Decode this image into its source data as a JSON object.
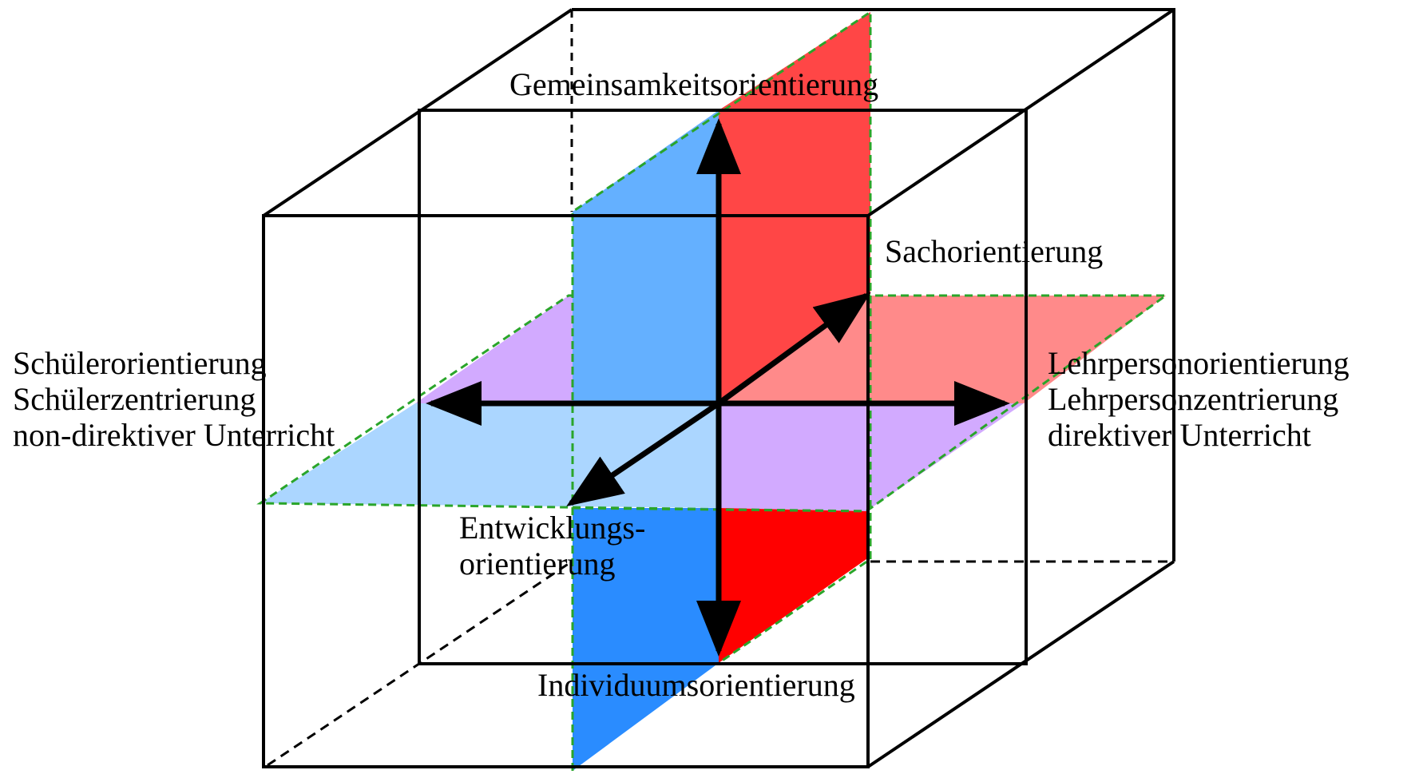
{
  "diagram": {
    "labels": {
      "top": "Gemeinsamkeitsorientierung",
      "bottom": "Individuumsorientierung",
      "back_right": "Sachorientierung",
      "front_left_line1": "Entwicklungs-",
      "front_left_line2": "orientierung",
      "left_line1": "Schülerorientierung",
      "left_line2": "Schülerzentrierung",
      "left_line3": "non-direktiver Unterricht",
      "right_line1": "Lehrpersonorientierung",
      "right_line2": "Lehrpersonzentrierung",
      "right_line3": "direktiver Unterricht"
    },
    "colors": {
      "edge": "#000000",
      "dashed_plane_border": "#2aa52a",
      "blue_upper": "#64b0ff",
      "blue_lower": "#2a8cff",
      "red_upper": "#ff4646",
      "red_lower": "#ff0000",
      "violet": "#d2aaff",
      "light_blue": "#abd6ff",
      "salmon": "#ff8a8a"
    }
  }
}
